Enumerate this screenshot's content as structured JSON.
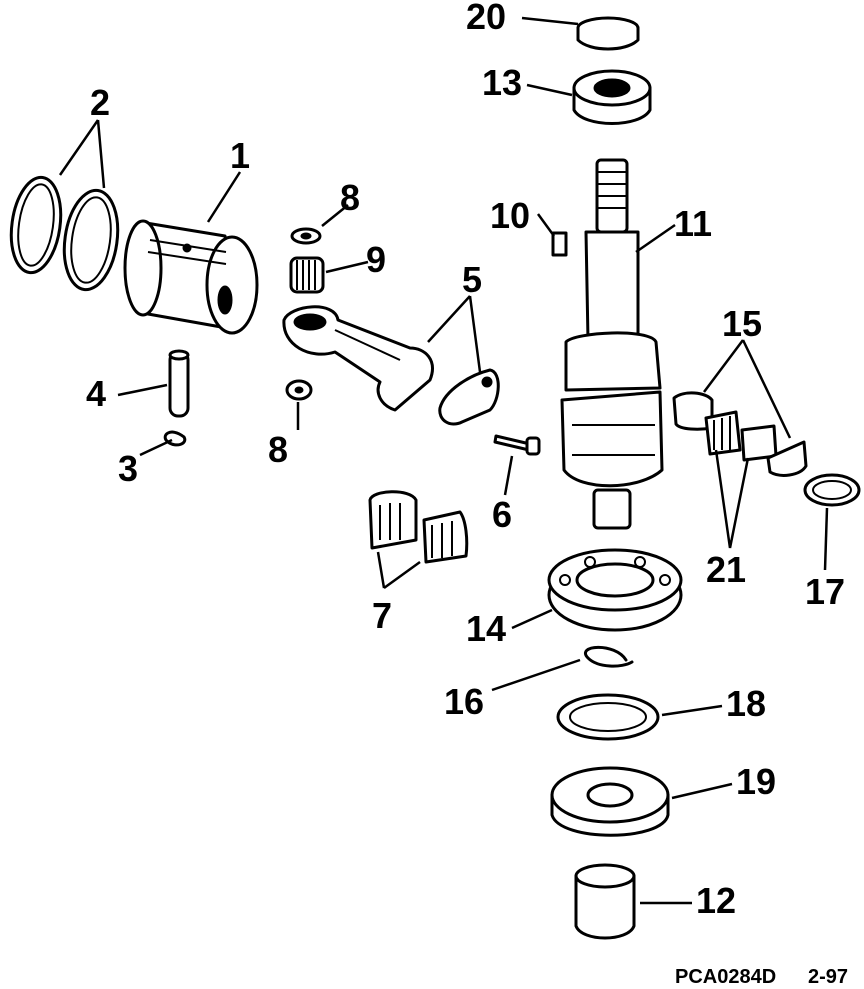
{
  "callouts": {
    "c1": "1",
    "c2": "2",
    "c3": "3",
    "c4": "4",
    "c5": "5",
    "c6": "6",
    "c7": "7",
    "c8a": "8",
    "c8b": "8",
    "c9": "9",
    "c10": "10",
    "c11": "11",
    "c12": "12",
    "c13": "13",
    "c14": "14",
    "c15": "15",
    "c16": "16",
    "c17": "17",
    "c18": "18",
    "c19": "19",
    "c20": "20",
    "c21": "21"
  },
  "footer": {
    "code": "PCA0284D",
    "page": "2-97"
  }
}
